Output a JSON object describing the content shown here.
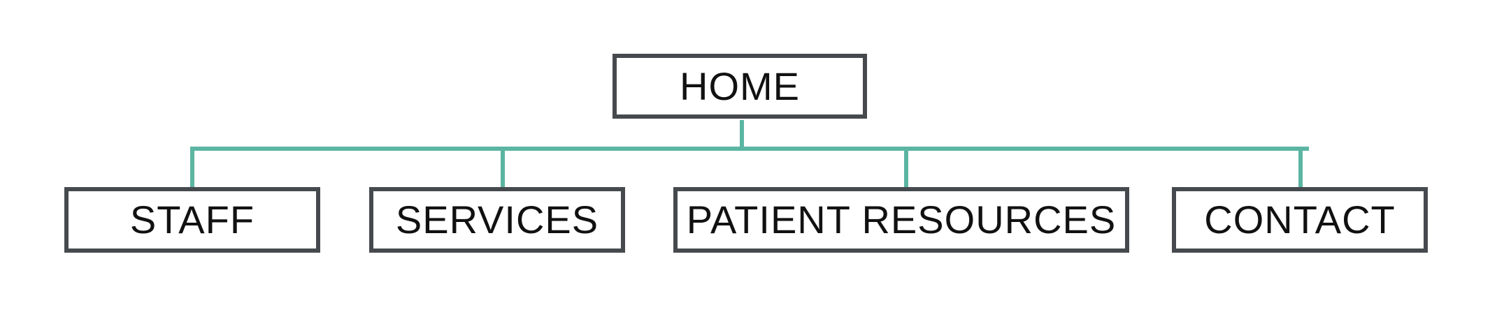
{
  "colors": {
    "box_border": "#464a4e",
    "connector": "#5bb5a2",
    "text": "#111111",
    "background": "#ffffff"
  },
  "sitemap": {
    "root": {
      "label": "HOME"
    },
    "children": [
      {
        "label": "STAFF"
      },
      {
        "label": "SERVICES"
      },
      {
        "label": "PATIENT RESOURCES"
      },
      {
        "label": "CONTACT"
      }
    ]
  }
}
